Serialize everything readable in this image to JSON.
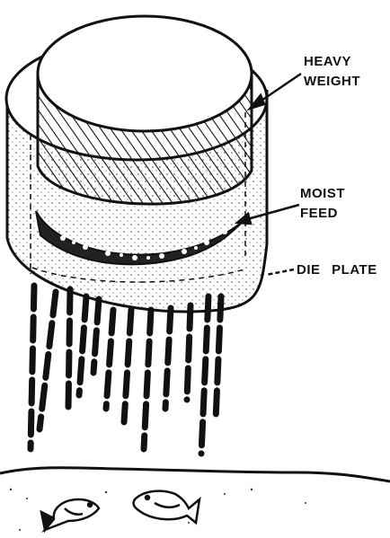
{
  "labels": {
    "heavy_weight": {
      "line1": "HEAVY",
      "line2": "WEIGHT"
    },
    "moist_feed": {
      "line1": "MOIST",
      "line2": "FEED"
    },
    "die_plate": "DIE  PLATE"
  },
  "colors": {
    "ink": "#111111",
    "paper": "#ffffff"
  }
}
